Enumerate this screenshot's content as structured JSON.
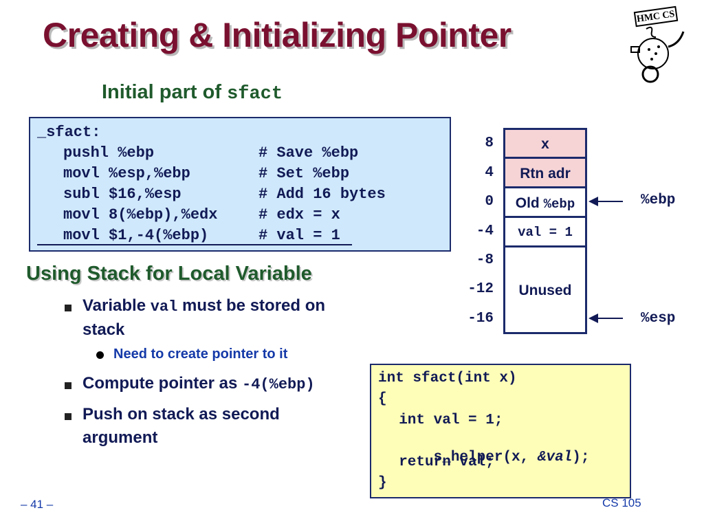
{
  "title": "Creating & Initializing Pointer",
  "subtitle": {
    "prefix": "Initial part of ",
    "code": "sfact"
  },
  "asm": {
    "label": "_sfact:",
    "lines": [
      {
        "instr": "pushl %ebp",
        "comment": "# Save %ebp"
      },
      {
        "instr": "movl %esp,%ebp",
        "comment": "# Set %ebp"
      },
      {
        "instr": "subl $16,%esp",
        "comment": "# Add 16 bytes"
      },
      {
        "instr": "movl 8(%ebp),%edx",
        "comment": "# edx = x"
      },
      {
        "instr": "movl $1,-4(%ebp)",
        "comment": "# val = 1"
      }
    ]
  },
  "stack": {
    "offsets": [
      "8",
      "4",
      "0",
      "-4",
      "-8",
      "-12",
      "-16"
    ],
    "cells": {
      "x": "x",
      "rtn": "Rtn adr",
      "old_prefix": "Old ",
      "old_code": "%ebp",
      "val": "val = 1",
      "unused": "Unused"
    },
    "registers": {
      "ebp": "%ebp",
      "esp": "%esp"
    }
  },
  "section_heading": "Using Stack for Local Variable",
  "bullets": {
    "b1_a": "Variable ",
    "b1_code": "val",
    "b1_b": " must be stored on",
    "b1_c": "stack",
    "sub1": "Need to create pointer to it",
    "b2_a": "Compute pointer as ",
    "b2_code": "-4(%ebp)",
    "b3_a": "Push on stack as second",
    "b3_b": "argument"
  },
  "ccode": {
    "l1": "int sfact(int x)",
    "l2": "{",
    "l3": "  int val = 1;",
    "l4a": "  s_helper(x, ",
    "l4b": "&val",
    "l4c": ");",
    "l5": "  return val;",
    "l6": "}"
  },
  "footer": {
    "page": "– 41 –",
    "course": "CS 105"
  },
  "logo": {
    "text": "HMC CS"
  },
  "colors": {
    "title": "#7a1030",
    "heading": "#1f5a2c",
    "text": "#111a55",
    "asm_bg": "#cfe8fb",
    "code_bg": "#fefeb8",
    "pink": "#f6d4d6"
  }
}
